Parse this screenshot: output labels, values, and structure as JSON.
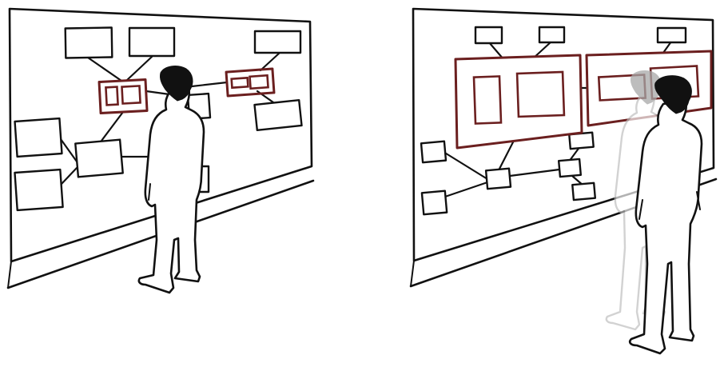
{
  "colors": {
    "accent": "#6b1f1f",
    "ink": "#111111",
    "ghost": "#bdbdbd",
    "background": "#ffffff"
  },
  "panels": [
    {
      "id": "left",
      "state": "standing-close",
      "highlight": "single-cluster-small"
    },
    {
      "id": "right",
      "state": "stepped-back",
      "highlight": "clusters-enlarged",
      "ghost_previous_position": true
    }
  ]
}
